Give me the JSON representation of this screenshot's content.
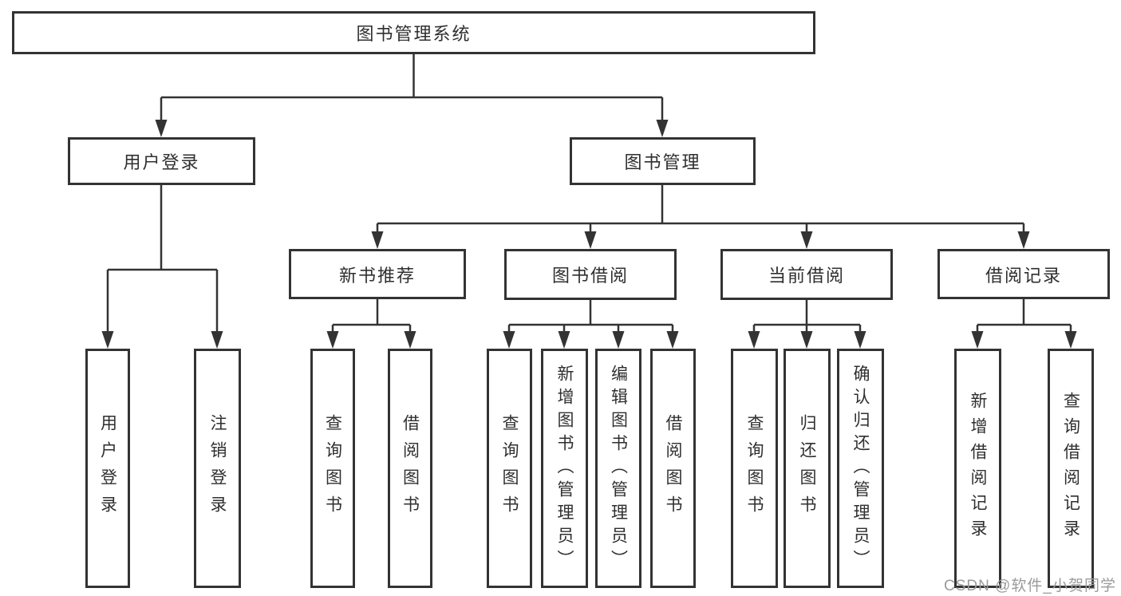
{
  "diagram": {
    "root": "图书管理系统",
    "level2": [
      {
        "label": "用户登录",
        "children": [
          "用户登录",
          "注销登录"
        ]
      },
      {
        "label": "图书管理"
      }
    ],
    "level3": [
      {
        "label": "新书推荐",
        "children": [
          "查询图书",
          "借阅图书"
        ]
      },
      {
        "label": "图书借阅",
        "children": [
          "查询图书",
          "新增图书（管理员）",
          "编辑图书（管理员）",
          "借阅图书"
        ]
      },
      {
        "label": "当前借阅",
        "children": [
          "查询图书",
          "归还图书",
          "确认归还（管理员）"
        ]
      },
      {
        "label": "借阅记录",
        "children": [
          "新增借阅记录",
          "查询借阅记录"
        ]
      }
    ],
    "colors": {
      "line": "#333333",
      "text": "#2f2f2f",
      "watermark": "#9b9b9b",
      "background": "#ffffff"
    }
  },
  "watermark": {
    "text": "CSDN @软件_小贺同学"
  }
}
